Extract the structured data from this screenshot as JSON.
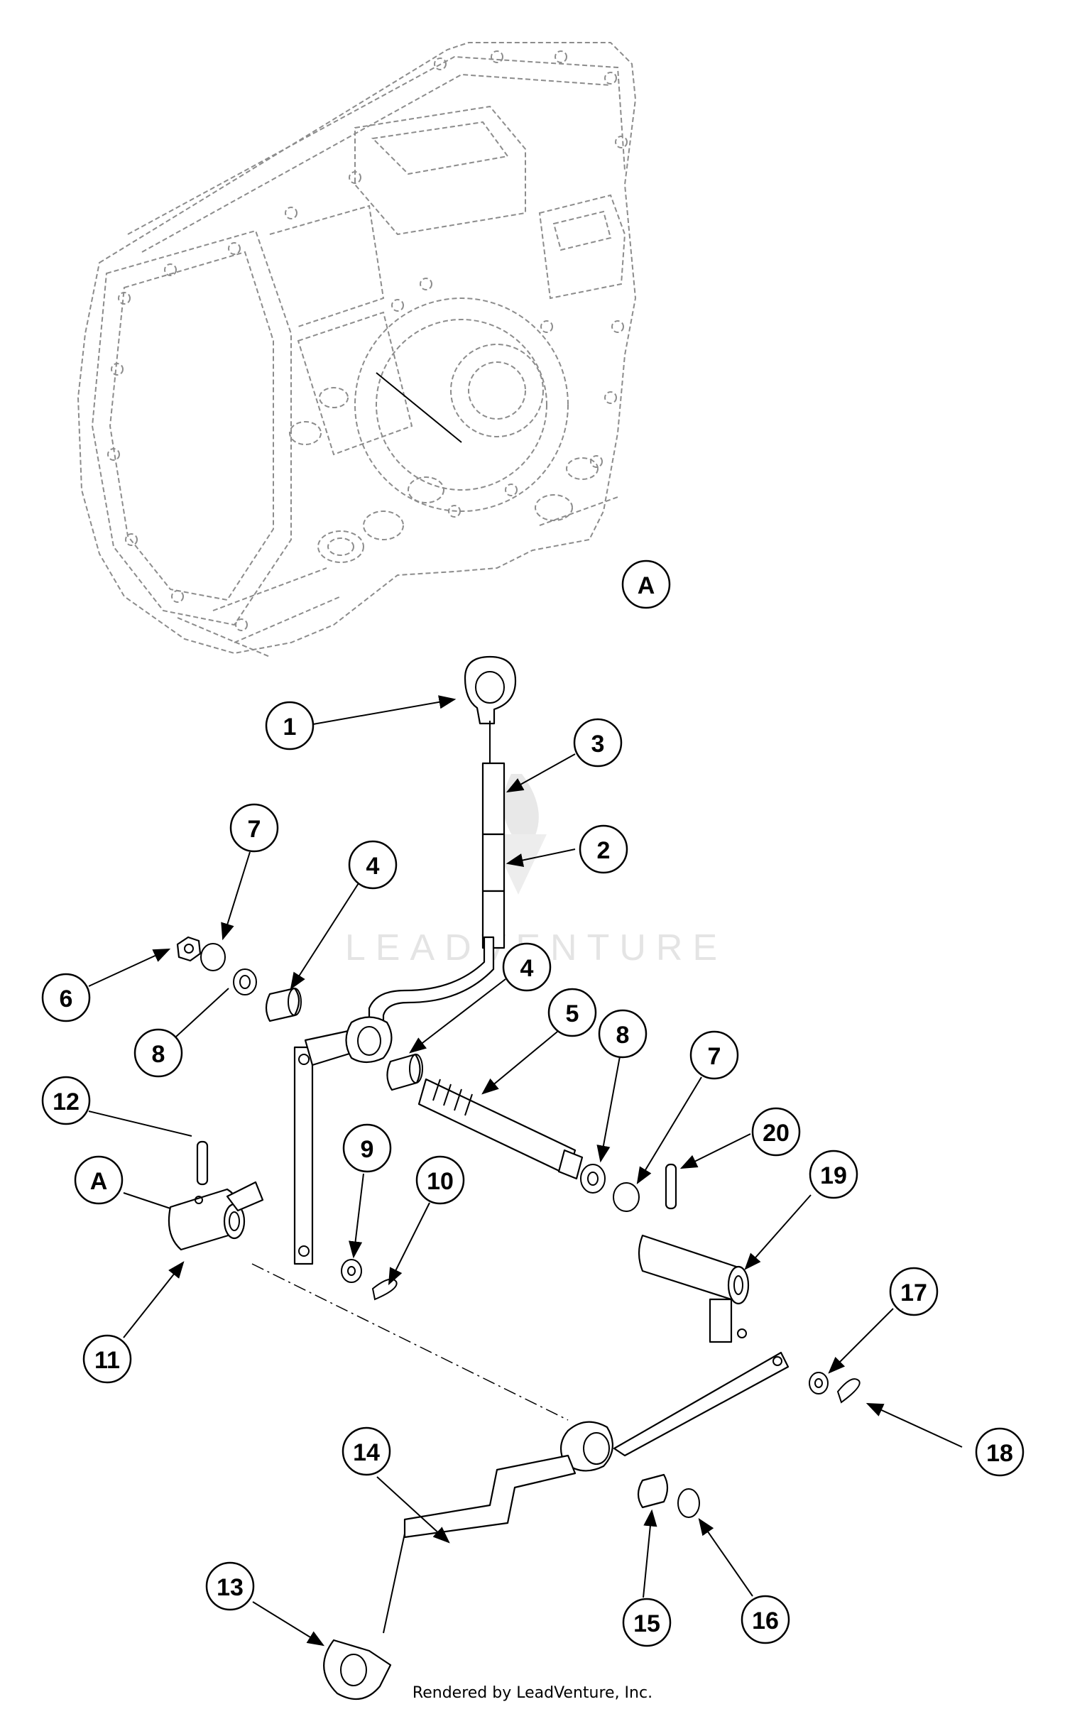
{
  "callouts": [
    {
      "label": "A"
    },
    {
      "label": "1"
    },
    {
      "label": "3"
    },
    {
      "label": "2"
    },
    {
      "label": "7"
    },
    {
      "label": "4"
    },
    {
      "label": "6"
    },
    {
      "label": "8"
    },
    {
      "label": "4"
    },
    {
      "label": "5"
    },
    {
      "label": "8"
    },
    {
      "label": "7"
    },
    {
      "label": "12"
    },
    {
      "label": "20"
    },
    {
      "label": "9"
    },
    {
      "label": "10"
    },
    {
      "label": "A"
    },
    {
      "label": "19"
    },
    {
      "label": "11"
    },
    {
      "label": "17"
    },
    {
      "label": "18"
    },
    {
      "label": "14"
    },
    {
      "label": "13"
    },
    {
      "label": "15"
    },
    {
      "label": "16"
    }
  ],
  "watermark": {
    "brand": "LEADVENTURE"
  },
  "footer": {
    "text": "Rendered by LeadVenture, Inc."
  }
}
